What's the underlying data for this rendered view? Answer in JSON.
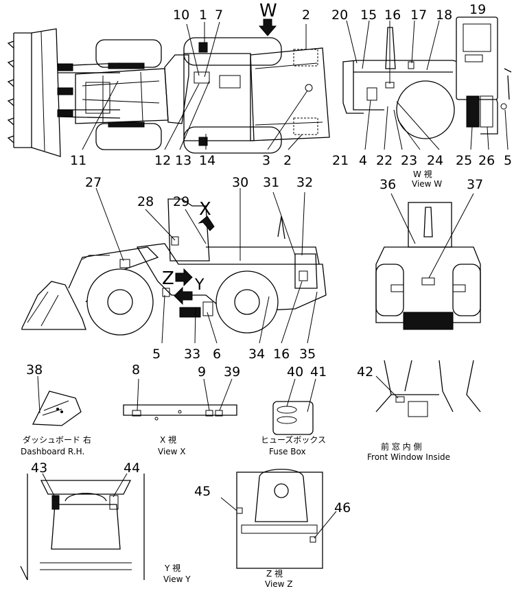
{
  "callouts": [
    {
      "id": "c10",
      "text": "10"
    },
    {
      "id": "c1",
      "text": "1"
    },
    {
      "id": "c7",
      "text": "7"
    },
    {
      "id": "cW",
      "text": "W"
    },
    {
      "id": "c2a",
      "text": "2"
    },
    {
      "id": "c11",
      "text": "11"
    },
    {
      "id": "c12",
      "text": "12"
    },
    {
      "id": "c13",
      "text": "13"
    },
    {
      "id": "c14",
      "text": "14"
    },
    {
      "id": "c3",
      "text": "3"
    },
    {
      "id": "c2b",
      "text": "2"
    },
    {
      "id": "c20",
      "text": "20"
    },
    {
      "id": "c15",
      "text": "15"
    },
    {
      "id": "c16a",
      "text": "16"
    },
    {
      "id": "c17",
      "text": "17"
    },
    {
      "id": "c18",
      "text": "18"
    },
    {
      "id": "c19",
      "text": "19"
    },
    {
      "id": "c21",
      "text": "21"
    },
    {
      "id": "c4",
      "text": "4"
    },
    {
      "id": "c22",
      "text": "22"
    },
    {
      "id": "c23",
      "text": "23"
    },
    {
      "id": "c24",
      "text": "24"
    },
    {
      "id": "c25",
      "text": "25"
    },
    {
      "id": "c26",
      "text": "26"
    },
    {
      "id": "c5a",
      "text": "5"
    },
    {
      "id": "c27",
      "text": "27"
    },
    {
      "id": "c28",
      "text": "28"
    },
    {
      "id": "c29",
      "text": "29"
    },
    {
      "id": "c30",
      "text": "30"
    },
    {
      "id": "c31",
      "text": "31"
    },
    {
      "id": "c32",
      "text": "32"
    },
    {
      "id": "cX",
      "text": "X"
    },
    {
      "id": "cZ",
      "text": "Z"
    },
    {
      "id": "cY",
      "text": "Y"
    },
    {
      "id": "c5b",
      "text": "5"
    },
    {
      "id": "c33",
      "text": "33"
    },
    {
      "id": "c6",
      "text": "6"
    },
    {
      "id": "c34",
      "text": "34"
    },
    {
      "id": "c16b",
      "text": "16"
    },
    {
      "id": "c35",
      "text": "35"
    },
    {
      "id": "c36",
      "text": "36"
    },
    {
      "id": "c37",
      "text": "37"
    },
    {
      "id": "c38",
      "text": "38"
    },
    {
      "id": "c8",
      "text": "8"
    },
    {
      "id": "c9",
      "text": "9"
    },
    {
      "id": "c39",
      "text": "39"
    },
    {
      "id": "c40",
      "text": "40"
    },
    {
      "id": "c41",
      "text": "41"
    },
    {
      "id": "c42",
      "text": "42"
    },
    {
      "id": "c43",
      "text": "43"
    },
    {
      "id": "c44",
      "text": "44"
    },
    {
      "id": "c45",
      "text": "45"
    },
    {
      "id": "c46",
      "text": "46"
    }
  ],
  "captions": {
    "view_w_jp": "W 視",
    "view_w_en": "View W",
    "dashboard_jp": "ダッシュボード 右",
    "dashboard_en": "Dashboard R.H.",
    "view_x_jp": "X 視",
    "view_x_en": "View X",
    "fuse_jp": "ヒューズボックス",
    "fuse_en": "Fuse Box",
    "front_jp": "前 窓 内 側",
    "front_en": "Front Window Inside",
    "view_y_jp": "Y 視",
    "view_y_en": "View Y",
    "view_z_jp": "Z 視",
    "view_z_en": "View Z"
  }
}
